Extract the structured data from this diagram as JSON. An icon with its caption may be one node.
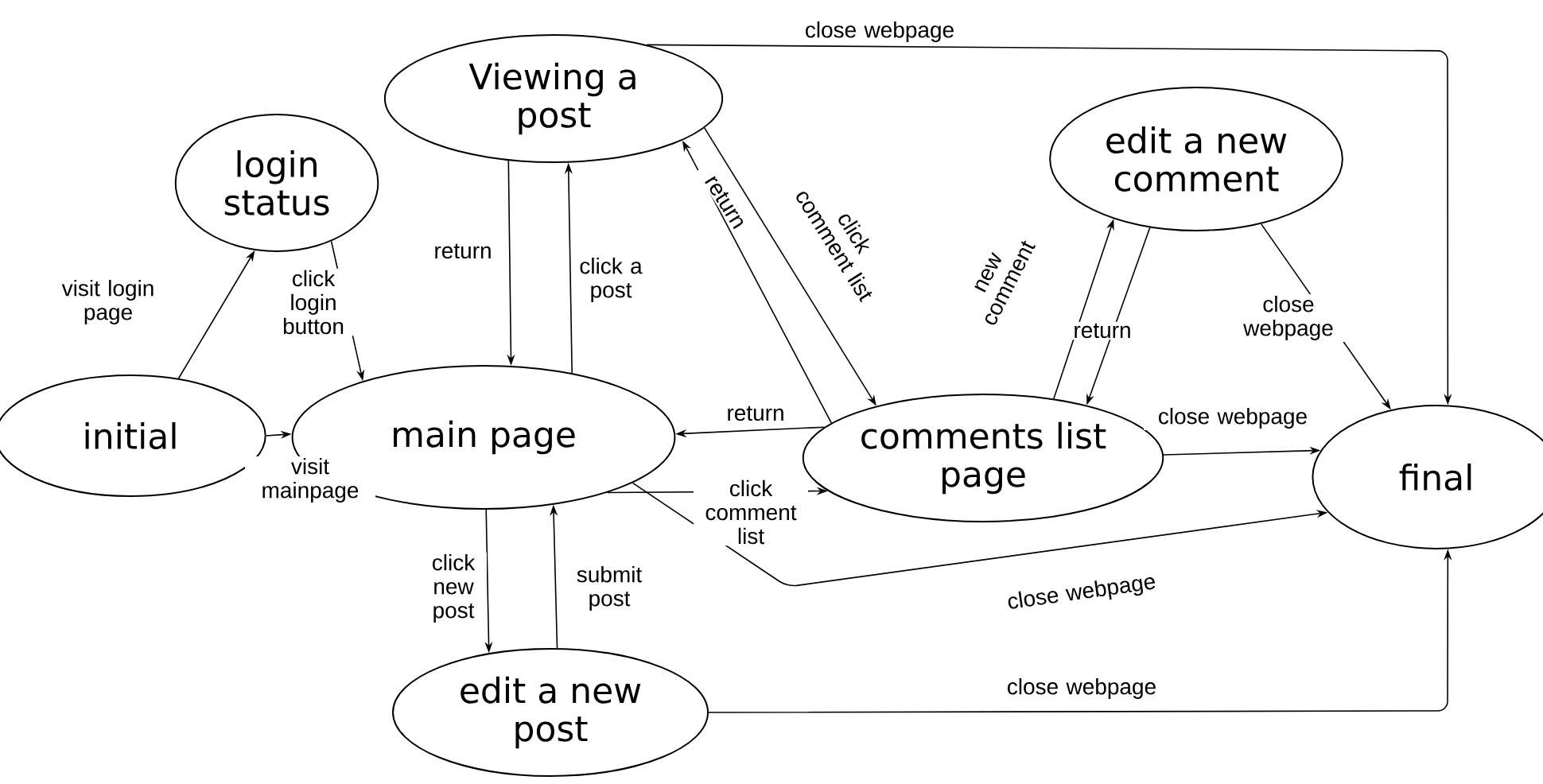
{
  "diagram": {
    "nodes": [
      {
        "text": [
          "login status"
        ]
      },
      {
        "text": [
          "Viewing a post"
        ]
      },
      {
        "text": [
          "edit a new comment"
        ]
      },
      {
        "text": [
          "initial"
        ]
      },
      {
        "text": [
          "main page"
        ]
      },
      {
        "text": [
          "comments list page"
        ]
      },
      {
        "text": [
          "final"
        ]
      },
      {
        "text": [
          "edit a new post"
        ]
      }
    ],
    "edges": [
      {
        "from": 3,
        "to": 0,
        "arrow": "to",
        "label": "visit login page"
      },
      {
        "from": 0,
        "to": 4,
        "arrow": "to",
        "label": "click login button"
      },
      {
        "from": 3,
        "to": 4,
        "arrow": "to",
        "label": "visit mainpage"
      },
      {
        "from": 1,
        "to": 4,
        "arrow": "to",
        "label": "return"
      },
      {
        "from": 4,
        "to": 1,
        "arrow": "to",
        "label": "click a post"
      },
      {
        "from": 5,
        "to": 1,
        "arrow": "to",
        "label": "return"
      },
      {
        "from": 1,
        "to": 5,
        "arrow": "to",
        "label": "click comment list"
      },
      {
        "from": 5,
        "to": 4,
        "arrow": "to",
        "label": "return"
      },
      {
        "from": 4,
        "to": 5,
        "arrow": "to",
        "label": "click comment list"
      },
      {
        "from": 5,
        "to": 2,
        "arrow": "to",
        "label": "new comment"
      },
      {
        "from": 2,
        "to": 5,
        "arrow": "to",
        "label": "return"
      },
      {
        "from": 2,
        "to": 6,
        "arrow": "to",
        "label": "close webpage"
      },
      {
        "from": 5,
        "to": 6,
        "arrow": "to",
        "label": "close webpage"
      },
      {
        "from": 4,
        "to": 6,
        "arrow": "to",
        "label": "close webpage"
      },
      {
        "from": 7,
        "to": 6,
        "arrow": "to",
        "label": "close webpage"
      },
      {
        "from": 1,
        "to": 6,
        "arrow": "to",
        "label": "close webpage"
      },
      {
        "from": 4,
        "to": 7,
        "arrow": "to",
        "label": "click new post"
      },
      {
        "from": 7,
        "to": 4,
        "arrow": "to",
        "label": "submit post"
      }
    ]
  }
}
